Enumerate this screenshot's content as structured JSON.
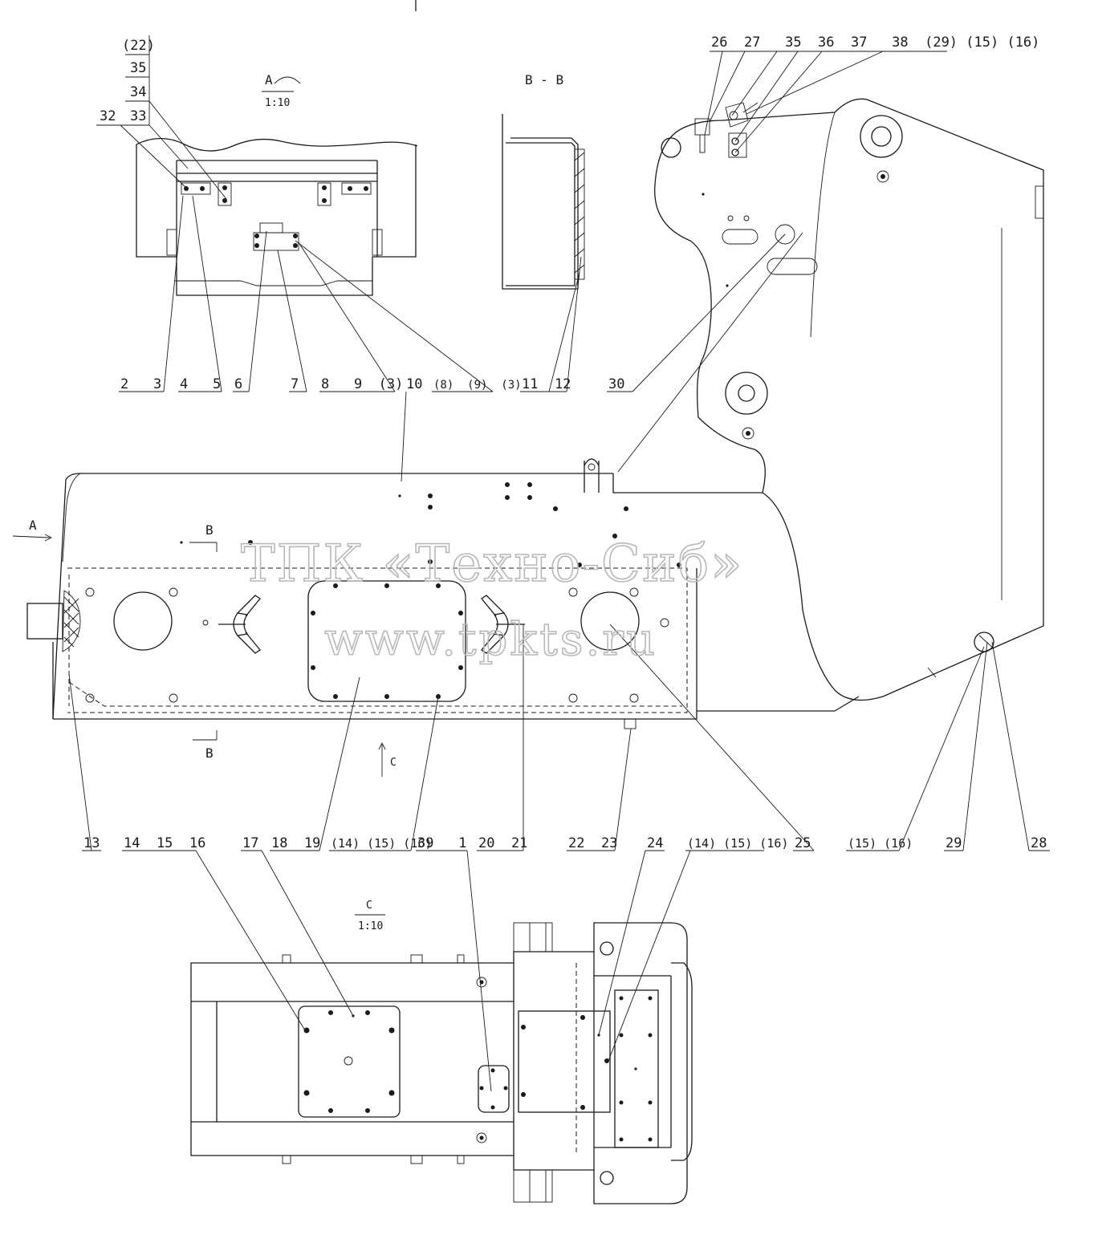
{
  "watermark": {
    "line1": "ТПК «Техно-Сиб»",
    "line2": "www.tpkts.ru"
  },
  "views": {
    "view_a_letter": "A",
    "view_a_scale": "1:10",
    "section_bb_title": "B - B",
    "view_c_letter": "C",
    "view_c_scale": "1:10",
    "marker_a": "A",
    "marker_b_top": "B",
    "marker_b_bottom": "B",
    "marker_c": "C"
  },
  "callouts": {
    "stack_22": "(22)",
    "stack_35": "35",
    "stack_34": "34",
    "stack_33": "33",
    "c32": "32",
    "g_2_3": "2   3",
    "g_4_5": "4   5",
    "c6": "6",
    "c7": "7",
    "g_8_9_3": "8   9  (3)",
    "c10": "10",
    "g_p8_p9_p3": "(8)  (9)  (3)",
    "g_11_12": "11  12",
    "c30": "30",
    "top_row": "26  27   35  36  37   38  (29) (15) (16)",
    "c13": "13",
    "g_14_15_16": "14  15  16",
    "c17": "17",
    "g_18_19": "18  19",
    "g_p14_p15_p16_a": "(14) (15) (16)",
    "g_39_1": "39   1",
    "g_20_21": "20  21",
    "g_22_23": "22  23",
    "c24": "24",
    "g_p14_p15_p16_b": "(14) (15) (16)",
    "c25": "25",
    "g_p15_p16": "(15) (16)",
    "c29": "29",
    "c28": "28"
  }
}
